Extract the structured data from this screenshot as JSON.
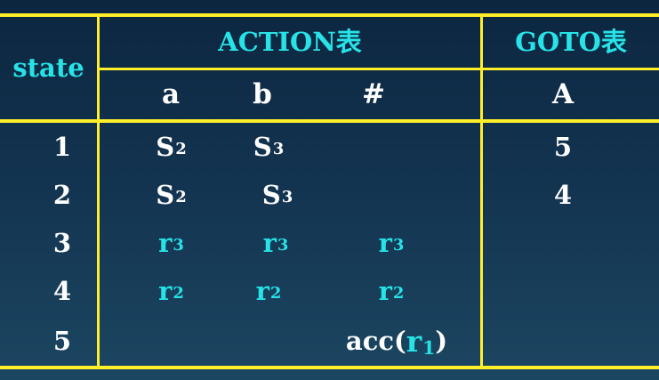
{
  "table": {
    "state_header": "state",
    "action_header": "ACTION表",
    "goto_header": "GOTO表",
    "action_columns": [
      "a",
      "b",
      "#"
    ],
    "goto_columns": [
      "A"
    ],
    "rows": [
      {
        "state": "1",
        "a": {
          "base": "S",
          "sub": "2"
        },
        "b": {
          "base": "S",
          "sub": "3"
        },
        "hash": null,
        "goto_A": "5"
      },
      {
        "state": "2",
        "a": {
          "base": "S",
          "sub": "2"
        },
        "b": {
          "base": "S",
          "sub": "3"
        },
        "hash": null,
        "goto_A": "4"
      },
      {
        "state": "3",
        "a": {
          "base": "r",
          "sub": "3"
        },
        "b": {
          "base": "r",
          "sub": "3"
        },
        "hash": {
          "base": "r",
          "sub": "3"
        },
        "goto_A": ""
      },
      {
        "state": "4",
        "a": {
          "base": "r",
          "sub": "2"
        },
        "b": {
          "base": "r",
          "sub": "2"
        },
        "hash": {
          "base": "r",
          "sub": "2"
        },
        "goto_A": ""
      },
      {
        "state": "5",
        "a": null,
        "b": null,
        "hash": {
          "prefix": "acc(",
          "base": "r",
          "sub": "1",
          "suffix": ")"
        },
        "goto_A": ""
      }
    ]
  },
  "colors": {
    "background": "#0f2c45",
    "grid_lines": "#ffee2a",
    "header_text": "#27e3e7",
    "shift_text": "#ffffff",
    "reduce_text": "#27e3e7"
  }
}
